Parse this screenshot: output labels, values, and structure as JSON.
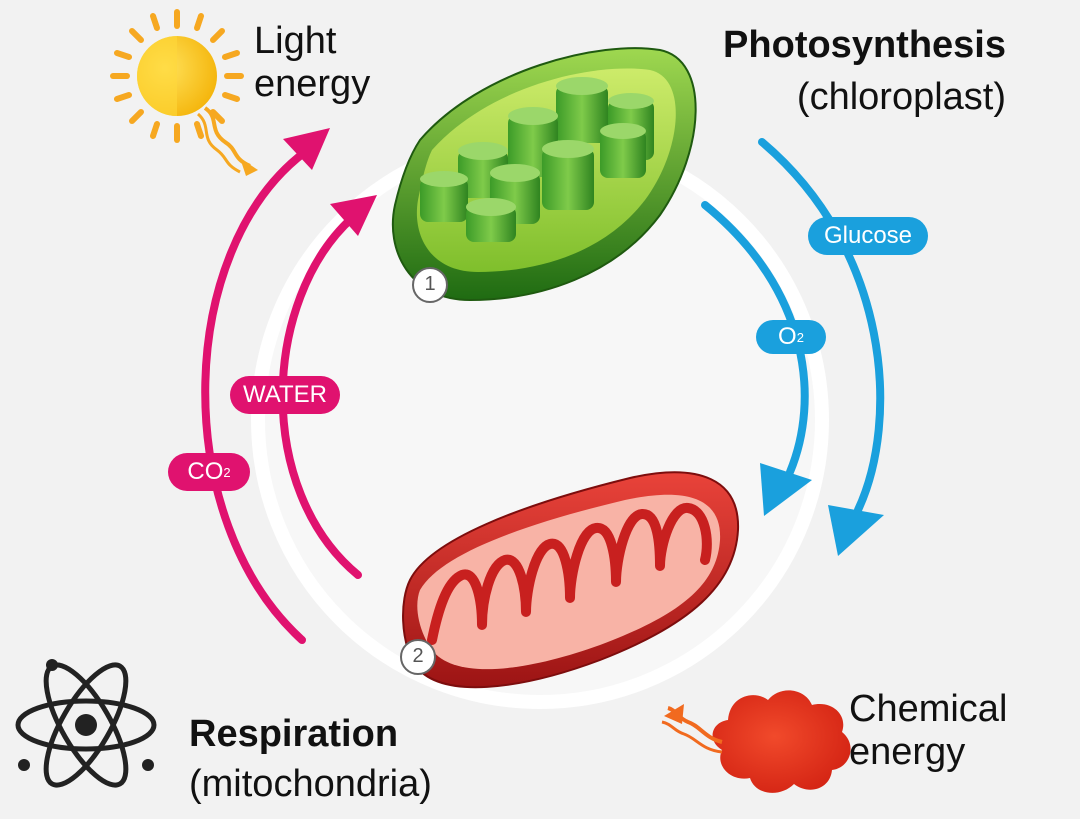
{
  "labels": {
    "light_energy": [
      "Light",
      "energy"
    ],
    "photosynthesis_title": "Photosynthesis",
    "photosynthesis_sub": "(chloroplast)",
    "respiration_title": "Respiration",
    "respiration_sub": "(mitochondria)",
    "chemical_energy": [
      "Chemical",
      "energy"
    ]
  },
  "pills": {
    "water": "WATER",
    "co2_main": "CO",
    "co2_sub": "2",
    "glucose": "Glucose",
    "o2_main": "O",
    "o2_sub": "2"
  },
  "markers": {
    "chloroplast": "1",
    "mitochondrion": "2"
  },
  "colors": {
    "magenta": "#e0126f",
    "blue": "#1aa0dd",
    "chloroplast_green": "#3e9a2a",
    "mitochondria_red": "#c8201f",
    "sun_yellow": "#f7c21a",
    "chemical_red": "#e4321a"
  }
}
